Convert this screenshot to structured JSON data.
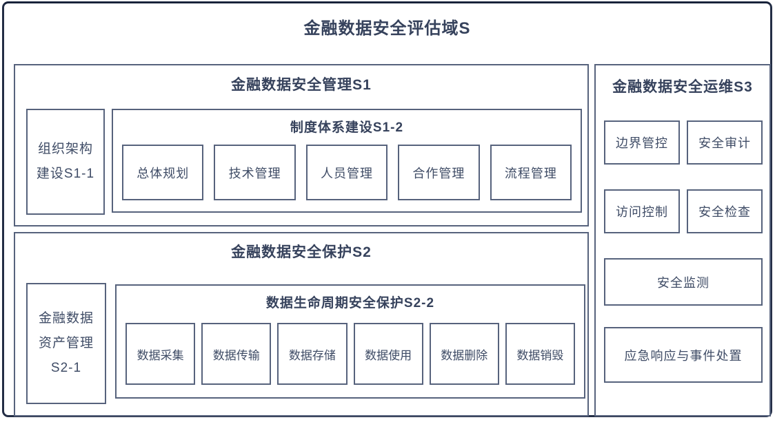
{
  "title": "金融数据安全评估域S",
  "colors": {
    "box_border": "#56627c",
    "frame_border": "#232d45",
    "text": "#3b4760",
    "background": "#ffffff"
  },
  "sections": {
    "s1": {
      "title": "金融数据安全管理S1",
      "side_box_lines": [
        "组织架构",
        "建设S1-1"
      ],
      "group": {
        "title": "制度体系建设S1-2",
        "items": [
          "总体规划",
          "技术管理",
          "人员管理",
          "合作管理",
          "流程管理"
        ]
      }
    },
    "s2": {
      "title": "金融数据安全保护S2",
      "side_box_lines": [
        "金融数据",
        "资产管理",
        "S2-1"
      ],
      "group": {
        "title": "数据生命周期安全保护S2-2",
        "items": [
          "数据采集",
          "数据传输",
          "数据存储",
          "数据使用",
          "数据删除",
          "数据销毁"
        ]
      }
    },
    "s3": {
      "title": "金融数据安全运维S3",
      "grid_items": [
        "边界管控",
        "安全审计",
        "访问控制",
        "安全检查"
      ],
      "wide_items": [
        "安全监测",
        "应急响应与事件处置"
      ]
    }
  }
}
